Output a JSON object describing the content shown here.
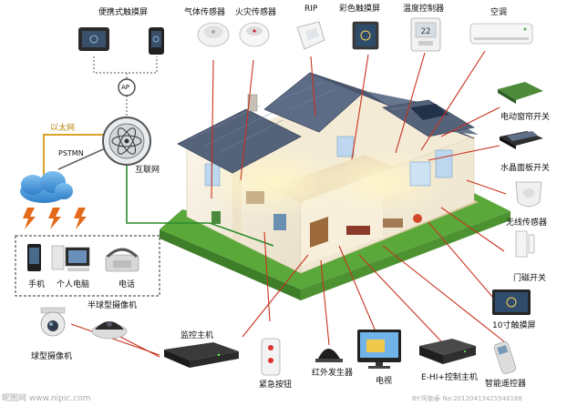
{
  "labels": {
    "portable_touchscreen": "便携式触摸屏",
    "gas_sensor": "气体传感器",
    "fire_sensor": "火灾传感器",
    "rip": "RIP",
    "color_touchscreen": "彩色触摸屏",
    "thermostat": "温度控制器",
    "aircon": "空调",
    "ap": "AP",
    "ethernet": "以太网",
    "pstmn": "PSTMN",
    "internet": "互联网",
    "curtain_switch": "电动窗帘开关",
    "crystal_panel_switch": "水晶面板开关",
    "wireless_sensor": "无线传感器",
    "door_switch": "门磁开关",
    "touchscreen_10": "10寸触摸屏",
    "mobile": "手机",
    "pc": "个人电脑",
    "phone": "电话",
    "hemisphere_camera": "半球型摄像机",
    "dome_camera": "球型摄像机",
    "monitor_host": "监控主机",
    "emergency_button": "紧急按钮",
    "ir_transmitter": "红外发生器",
    "tv": "电视",
    "ehi_controller": "E-HI+控制主机",
    "smart_remote": "智能遥控器"
  },
  "watermark": {
    "left": "昵图网 www.nipic.com",
    "right": "BY:阿勒泰 No:20120413425546188"
  },
  "thermostat_display": "22",
  "colors": {
    "red_line": "#c8321e",
    "gold_line": "#d8a428",
    "green_line": "#2a8a2a",
    "gray_dotted": "#777777",
    "roof": "#54627a",
    "grass": "#5aa83a",
    "cloud": "#3b8fd6",
    "lightning": "#e36a1a"
  }
}
